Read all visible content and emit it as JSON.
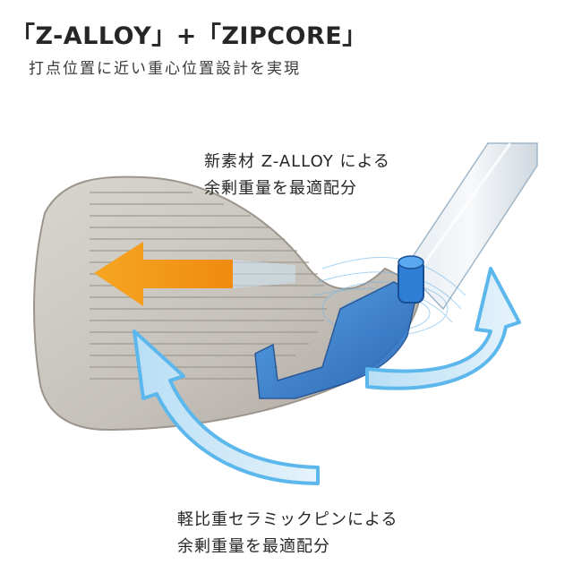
{
  "heading": {
    "title": "「Z-ALLOY」+「ZIPCORE」",
    "subtitle": "打点位置に近い重心位置設計を実現"
  },
  "callouts": {
    "top": {
      "line1": "新素材 Z-ALLOY による",
      "line2": "余剰重量を最適配分"
    },
    "bottom": {
      "line1": "軽比重セラミックピンによる",
      "line2": "余剰重量を最適配分"
    }
  },
  "colors": {
    "orange_arrow": "#f39a1c",
    "blue_arrow": "#5bb7ec",
    "zalloy_blue": "#2f7fd6",
    "club_metal": "#c9c6c0"
  }
}
